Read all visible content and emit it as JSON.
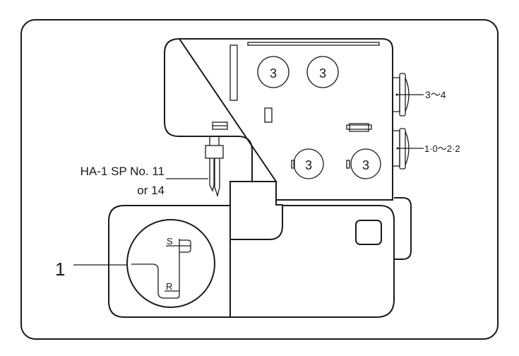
{
  "labels": {
    "needle_line1": "HA-1 SP No. 11",
    "needle_line2": "or 14",
    "part_number": "1",
    "knob_upper": "3～4",
    "knob_lower": "1·0～2·2",
    "dial_s": "S",
    "dial_r": "R",
    "tension_dials": [
      "3",
      "3",
      "3",
      "3"
    ]
  },
  "colors": {
    "line": "#1a1a1a",
    "background": "#ffffff"
  }
}
